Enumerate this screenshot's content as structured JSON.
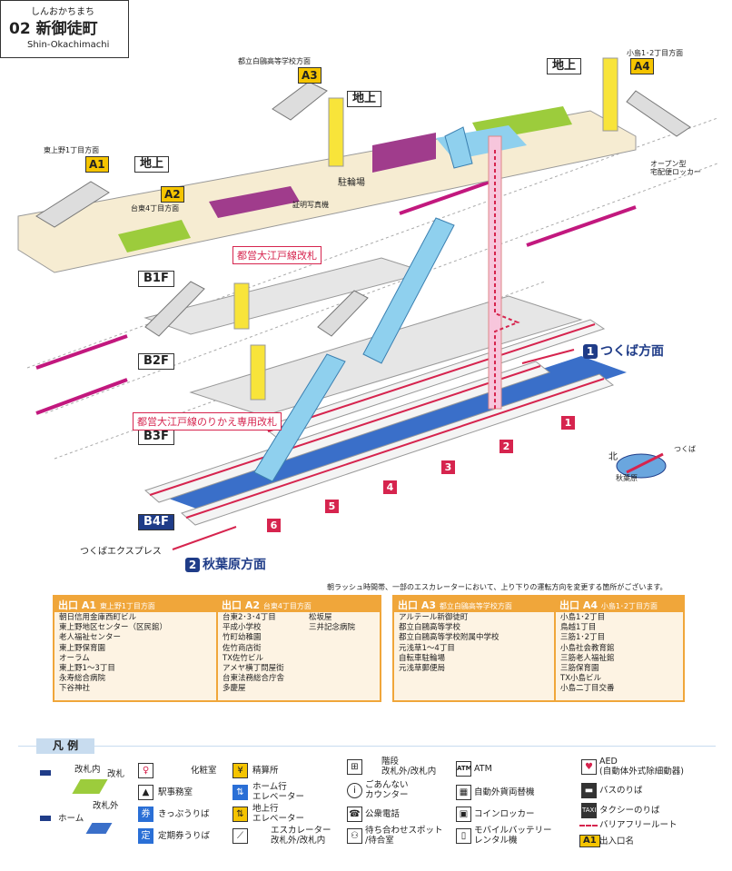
{
  "station": {
    "kana": "しんおかちまち",
    "name": "02 新御徒町",
    "roman": "Shin-Okachimachi"
  },
  "exits": {
    "a1": {
      "tag": "A1",
      "caption": "東上野1丁目方面",
      "ground": "地上"
    },
    "a2": {
      "tag": "A2",
      "caption": "台東4丁目方面"
    },
    "a3": {
      "tag": "A3",
      "caption": "都立白鷗高等学校方面",
      "ground": "地上"
    },
    "a4": {
      "tag": "A4",
      "caption": "小島1･2丁目方面",
      "ground": "地上"
    }
  },
  "floors": {
    "b1": "B1F",
    "b2": "B2F",
    "b3": "B3F",
    "b4": "B4F"
  },
  "diagram_labels": {
    "bicycle": "駐輪場",
    "photo_booth": "証明写真機",
    "oedo_gate": "都営大江戸線改札",
    "oedo_transfer_gate": "都営大江戸線のりかえ専用改札",
    "open_locker": "オープン型\n宅配便ロッカー",
    "tsukuba_express": "つくばエクスプレス",
    "compass_north": "北",
    "compass_tsukuba": "つくば",
    "compass_akihabara": "秋葉原"
  },
  "directions": {
    "tsukuba": {
      "num": "1",
      "label": "つくば方面"
    },
    "akihabara": {
      "num": "2",
      "label": "秋葉原方面"
    }
  },
  "tracks": [
    "1",
    "2",
    "3",
    "4",
    "5",
    "6"
  ],
  "notice": "朝ラッシュ時間帯、一部のエスカレーターにおいて、上り下りの運転方向を変更する箇所がございます。",
  "exit_cards": [
    {
      "title": "出口 A1",
      "sub": "東上野1丁目方面",
      "col1": [
        "朝日信用金庫西町ビル",
        "東上野地区センター（区民館）",
        "老人福祉センター",
        "東上野保育園",
        "オーラム",
        "東上野1～3丁目",
        "永寿総合病院",
        "下谷神社"
      ],
      "col2": []
    },
    {
      "title": "出口 A2",
      "sub": "台東4丁目方面",
      "col1": [
        "台東2･3･4丁目",
        "平成小学校",
        "竹町幼稚園",
        "佐竹商店街",
        "TX佐竹ビル",
        "アメヤ横丁問屋街",
        "台東法務総合庁舎",
        "多慶屋"
      ],
      "col2": [
        "松坂屋",
        "三井記念病院"
      ]
    },
    {
      "title": "出口 A3",
      "sub": "都立白鷗高等学校方面",
      "col1": [
        "アルテール新御徒町",
        "都立白鷗高等学校",
        "都立白鷗高等学校附属中学校",
        "元浅草1～4丁目",
        "自転車駐輪場",
        "元浅草郵便局"
      ],
      "col2": []
    },
    {
      "title": "出口 A4",
      "sub": "小島1･2丁目方面",
      "col1": [
        "小島1･2丁目",
        "鳥越1丁目",
        "三筋1･2丁目",
        "小島社会教育館",
        "三筋老人福祉館",
        "三筋保育園",
        "TX小島ビル",
        "小島二丁目交番"
      ],
      "col2": []
    }
  ],
  "legend": {
    "title": "凡 例",
    "gate_inside": "改札内",
    "gate": "改札",
    "gate_outside": "改札外",
    "home": "ホーム",
    "items": [
      {
        "icon": "restroom-icon",
        "label": "化粧室"
      },
      {
        "icon": "fare-adjust-icon",
        "label": "精算所"
      },
      {
        "icon": "stairs-icon",
        "label": "階段\n改札外/改札内"
      },
      {
        "icon": "atm-icon",
        "label": "ATM"
      },
      {
        "icon": "aed-icon",
        "label": "AED\n(自動体外式除細動器)"
      },
      {
        "icon": "station-office-icon",
        "label": "駅事務室"
      },
      {
        "icon": "platform-elevator-icon",
        "label": "ホーム行\nエレベーター"
      },
      {
        "icon": "info-icon",
        "label": "ごあんない\nカウンター"
      },
      {
        "icon": "exchange-machine-icon",
        "label": "自動外貨両替機"
      },
      {
        "icon": "bus-icon",
        "label": "バスのりば"
      },
      {
        "icon": "ticket-icon",
        "label": "きっぷうりば"
      },
      {
        "icon": "ground-elevator-icon",
        "label": "地上行\nエレベーター"
      },
      {
        "icon": "phone-icon",
        "label": "公衆電話"
      },
      {
        "icon": "locker-icon",
        "label": "コインロッカー"
      },
      {
        "icon": "taxi-icon",
        "label": "タクシーのりば"
      },
      {
        "icon": "pass-icon",
        "label": "定期券うりば"
      },
      {
        "icon": "escalator-icon",
        "label": "エスカレーター\n改札外/改札内"
      },
      {
        "icon": "waiting-spot-icon",
        "label": "待ち合わせスポット\n/待合室"
      },
      {
        "icon": "battery-icon",
        "label": "モバイルバッテリー\nレンタル機"
      },
      {
        "icon": "barrier-free-icon",
        "label": "バリアフリールート"
      },
      {
        "icon": "exit-number-icon",
        "label": "出入口名"
      }
    ],
    "exit_icon_tag": "A1"
  },
  "colors": {
    "accent_blue": "#1f3c88",
    "exit_yellow": "#f5c400",
    "gate_pink": "#d6244e",
    "card_orange": "#f0a63a",
    "concourse": "#f6ecd2",
    "floor_gray": "#e6e6e6"
  }
}
